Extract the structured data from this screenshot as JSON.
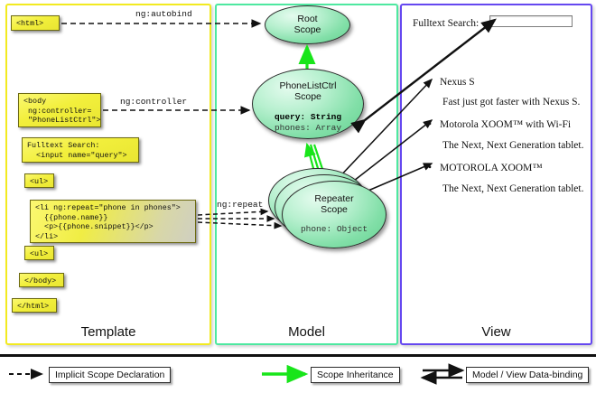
{
  "columns": {
    "template": {
      "label": "Template",
      "accent": "#f2ea20"
    },
    "model": {
      "label": "Model",
      "accent": "#4ee8a0"
    },
    "view": {
      "label": "View",
      "accent": "#6548f0"
    }
  },
  "template": {
    "boxes": [
      {
        "name": "html-open-box",
        "text": "<html>"
      },
      {
        "name": "body-controller-box",
        "text": "<body\n ng:controller=\n \"PhoneListCtrl\">"
      },
      {
        "name": "fulltext-search-box",
        "text": "Fulltext Search:\n  <input name=\"query\">"
      },
      {
        "name": "ul-open-box",
        "text": "<ul>"
      },
      {
        "name": "li-repeat-box",
        "text": "<li ng:repeat=\"phone in phones\">\n  {{phone.name}}\n  <p>{{phone.snippet}}</p>\n</li>"
      },
      {
        "name": "ul-close-box",
        "text": "<ul>"
      },
      {
        "name": "body-close-box",
        "text": "</body>"
      },
      {
        "name": "html-close-box",
        "text": "</html>"
      }
    ]
  },
  "model": {
    "scopes": [
      {
        "name": "root-scope",
        "title": "Root\nScope",
        "props": []
      },
      {
        "name": "phonelistctrl-scope",
        "title": "PhoneListCtrl\nScope",
        "props": [
          "query: String",
          "phones: Array"
        ]
      },
      {
        "name": "repeater-scope",
        "title": "Repeater\nScope",
        "props": [
          "phone: Object"
        ]
      }
    ]
  },
  "edges": {
    "autobind_label": "ng:autobind",
    "controller_label": "ng:controller",
    "repeat_label": "ng:repeat"
  },
  "view": {
    "search_label": "Fulltext Search:",
    "search_value": "",
    "search_placeholder": "",
    "phones": [
      {
        "name": "Nexus S",
        "snippet": "Fast just got faster with Nexus S."
      },
      {
        "name": "Motorola XOOM™  with Wi-Fi",
        "snippet": "The Next, Next Generation tablet."
      },
      {
        "name": "MOTOROLA XOOM™",
        "snippet": "The Next, Next Generation tablet."
      }
    ],
    "bullet": "•"
  },
  "legend": {
    "items": [
      {
        "name": "legend-implicit-scope-declaration",
        "label": "Implicit Scope Declaration",
        "arrow": "dashed-black"
      },
      {
        "name": "legend-scope-inheritance",
        "label": "Scope Inheritance",
        "arrow": "solid-green"
      },
      {
        "name": "legend-model-view-data-binding",
        "label": "Model / View Data-binding",
        "arrow": "double-black"
      }
    ]
  },
  "colors": {
    "template_accent": "#f2ea20",
    "model_accent": "#4ee8a0",
    "view_accent": "#6548f0",
    "scope_green": "#82dfa8",
    "code_yellow": "#f2ef3c",
    "inheritance_green": "#18e51a",
    "line_black": "#111111"
  }
}
